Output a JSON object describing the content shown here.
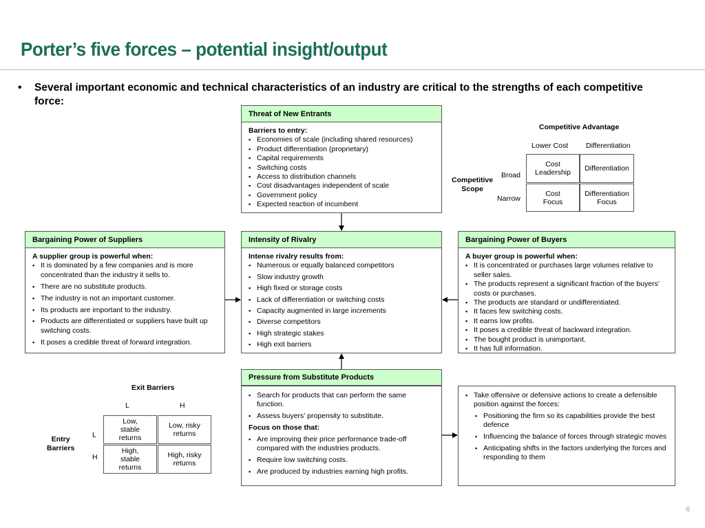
{
  "slide": {
    "title": "Porter’s five forces – potential insight/output",
    "intro": "Several important economic and technical characteristics of an industry are critical to the strengths of each competitive force:",
    "page_number": "6"
  },
  "threat_new_entrants": {
    "header": "Threat of New Entrants",
    "subheading": "Barriers to entry:",
    "items": [
      "Economies of scale (including shared resources)",
      "Product differentiation (proprietary)",
      "Capital requirements",
      "Switching costs",
      "Access to distribution channels",
      "Cost disadvantages independent of scale",
      "Government policy",
      "Expected reaction of incumbent"
    ]
  },
  "suppliers": {
    "header": "Bargaining Power of Suppliers",
    "subheading": "A supplier group is powerful when:",
    "items": [
      "It is dominated by a few companies and is more concentrated than the industry it sells to.",
      "There are no substitute products.",
      "The industry is not an important customer.",
      "Its products are important to the industry.",
      "Products are differentiated or suppliers have built up switching costs.",
      "It poses a credible threat of forward integration."
    ]
  },
  "rivalry": {
    "header": "Intensity of Rivalry",
    "subheading": "Intense rivalry results from:",
    "items": [
      "Numerous or equally balanced competitors",
      "Slow industry growth",
      "High fixed or storage costs",
      "Lack of differentiation or switching costs",
      "Capacity augmented in large increments",
      "Diverse competitors",
      "High strategic stakes",
      "High exit barriers"
    ]
  },
  "buyers": {
    "header": "Bargaining Power of Buyers",
    "subheading": "A buyer group is powerful when:",
    "items": [
      "It is concentrated or purchases large volumes relative to seller sales.",
      "The products represent a significant fraction of the buyers’ costs or purchases.",
      "The products are standard or undifferentiated.",
      "It faces few switching costs.",
      "It earns low profits.",
      "It poses a credible threat of backward integration.",
      "The bought product is unimportant.",
      "It has full information."
    ]
  },
  "substitutes": {
    "header": "Pressure from Substitute Products",
    "items_top": [
      "Search for products that can perform the same function.",
      "Assess buyers’ propensity to substitute."
    ],
    "focus_heading": "Focus on those that:",
    "items_focus": [
      "Are improving their price performance trade-off compared with the industries products.",
      "Require low switching costs.",
      "Are produced by industries earning high profits."
    ]
  },
  "actions": {
    "main": "Take offensive or defensive actions to create a defensible position against the forces:",
    "sub_items": [
      "Positioning the firm so its capabilities provide the best defence",
      "Influencing the balance of forces through strategic moves",
      "Anticipating shifts in the factors underlying the forces and responding to them"
    ]
  },
  "competitive_advantage": {
    "title": "Competitive Advantage",
    "col_lower_cost": "Lower Cost",
    "col_differentiation": "Differentiation",
    "scope_label_1": "Competitive",
    "scope_label_2": "Scope",
    "row_broad": "Broad",
    "row_narrow": "Narrow",
    "cell_broad_cost_1": "Cost",
    "cell_broad_cost_2": "Leadership",
    "cell_broad_diff": "Differentiation",
    "cell_narrow_cost_1": "Cost",
    "cell_narrow_cost_2": "Focus",
    "cell_narrow_diff_1": "Differentiation",
    "cell_narrow_diff_2": "Focus"
  },
  "barriers_matrix": {
    "exit_title": "Exit Barriers",
    "col_L": "L",
    "col_H": "H",
    "entry_title_1": "Entry",
    "entry_title_2": "Barriers",
    "row_L": "L",
    "row_H": "H",
    "cell_LL_1": "Low,",
    "cell_LL_2": "stable",
    "cell_LL_3": "returns",
    "cell_LH_1": "Low, risky",
    "cell_LH_2": "returns",
    "cell_HL_1": "High,",
    "cell_HL_2": "stable",
    "cell_HL_3": "returns",
    "cell_HH_1": "High, risky",
    "cell_HH_2": "returns"
  }
}
